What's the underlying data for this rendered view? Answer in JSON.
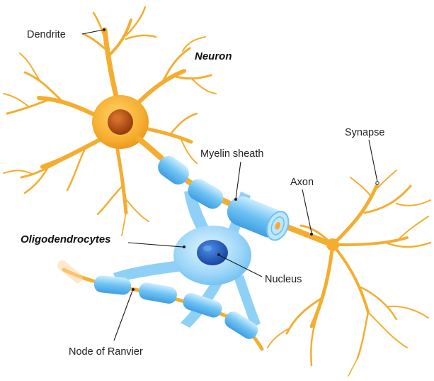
{
  "labels": {
    "neuron": "Neuron",
    "dendrite": "Dendrite",
    "myelin_sheath": "Myelin sheath",
    "synapse": "Synapse",
    "axon": "Axon",
    "oligodendrocytes": "Oligodendrocytes",
    "nucleus": "Nucleus",
    "node_of_ranvier": "Node of Ranvier"
  },
  "colors": {
    "neuron_orange": "#f5ad2f",
    "neuron_orange_dark": "#e89216",
    "nucleus_brown": "#b24a12",
    "myelin_blue": "#5fb8f0",
    "myelin_light": "#bfe6fb",
    "oligo_nucleus": "#1f58b8"
  }
}
